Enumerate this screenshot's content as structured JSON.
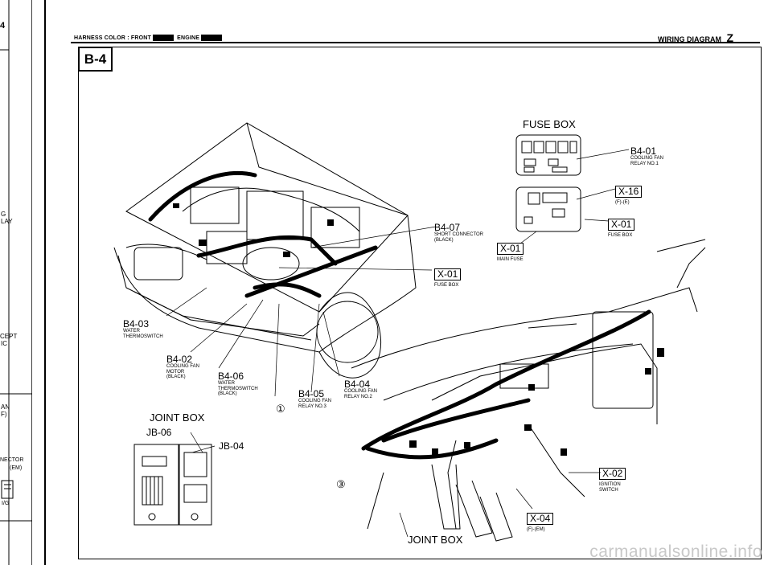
{
  "header": {
    "harness_label": "HARNESS COLOR : FRONT",
    "engine_label": "ENGINE",
    "right_title": "WIRING DIAGRAM",
    "right_letter": "Z"
  },
  "section_tag": "B-4",
  "left_strip": [
    "4",
    "G",
    "LAY",
    "CEPT",
    "IC",
    "AN",
    "F)",
    "NECTOR",
    "(EM)",
    "I/G"
  ],
  "fuse_box_title": "FUSE BOX",
  "joint_box_title": "JOINT BOX",
  "joint_box_bottom": "JOINT BOX",
  "labels": {
    "b4_01": {
      "code": "B4-01",
      "desc": [
        "COOLING FAN",
        "RELAY NO.1"
      ]
    },
    "x16": {
      "code": "X-16",
      "desc": [
        "(F)-(E)"
      ]
    },
    "x01_fuse_right": {
      "code": "X-01",
      "desc": [
        "FUSE BOX"
      ]
    },
    "x01_main": {
      "code": "X-01",
      "desc": [
        "MAIN FUSE"
      ]
    },
    "b4_07": {
      "code": "B4-07",
      "desc": [
        "SHORT CONNECTOR",
        "(BLACK)"
      ]
    },
    "x01_fuse_mid": {
      "code": "X-01",
      "desc": [
        "FUSE BOX"
      ]
    },
    "b4_03": {
      "code": "B4-03",
      "desc": [
        "WATER",
        "THERMOSWITCH"
      ]
    },
    "b4_02": {
      "code": "B4-02",
      "desc": [
        "COOLING FAN",
        "MOTOR",
        "(BLACK)"
      ]
    },
    "b4_06": {
      "code": "B4-06",
      "desc": [
        "WATER",
        "THERMOSWITCH",
        "(BLACK)"
      ]
    },
    "b4_05": {
      "code": "B4-05",
      "desc": [
        "COOLING FAN",
        "RELAY NO.3"
      ]
    },
    "b4_04": {
      "code": "B4-04",
      "desc": [
        "COOLING FAN",
        "RELAY NO.2"
      ]
    },
    "jb06": {
      "code": "JB-06"
    },
    "jb04": {
      "code": "JB-04"
    },
    "x02": {
      "code": "X-02",
      "desc": [
        "IGNITION",
        "SWITCH"
      ]
    },
    "x04": {
      "code": "X-04",
      "desc": [
        "(F)-(EM)"
      ]
    }
  },
  "markers": [
    "①",
    "③"
  ],
  "watermark": "carmanualsonline.info"
}
